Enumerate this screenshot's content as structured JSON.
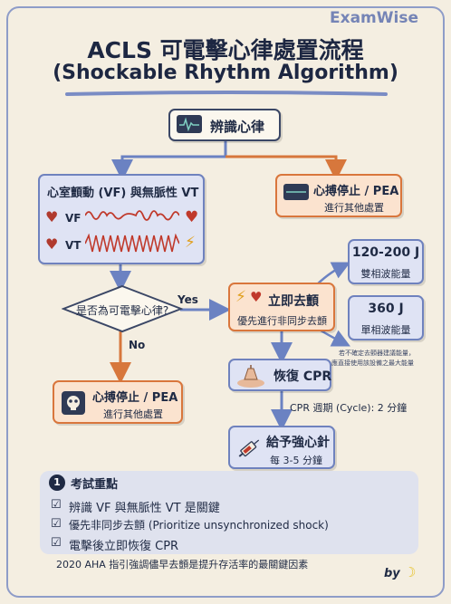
{
  "brand": "ExamWise",
  "title": {
    "line1": "ACLS 可電擊心律處置流程",
    "line2": "(Shockable Rhythm Algorithm)"
  },
  "nodes": {
    "identify": "辨識心律",
    "vf_vt_header": "心室顫動 (VF) 與無脈性 VT",
    "vf_label": "VF",
    "vt_label": "VT",
    "arrest_top_title": "心搏停止 / PEA",
    "arrest_top_sub": "進行其他處置",
    "decision": "是否為可電擊心律?",
    "yes": "Yes",
    "no": "No",
    "defib_title": "立即去顫",
    "defib_sub": "優先進行非同步去顫",
    "energy_biphasic_value": "120-200 J",
    "energy_biphasic_label": "雙相波能量",
    "energy_mono_value": "360 J",
    "energy_mono_label": "單相波能量",
    "energy_note_line1": "若不確定去顫器建議能量，",
    "energy_note_line2": "應直接使用該設備之最大能量",
    "arrest_bottom_title": "心搏停止 / PEA",
    "arrest_bottom_sub": "進行其他處置",
    "cpr": "恢復 CPR",
    "cpr_cycle": "CPR 週期 (Cycle): 2 分鐘",
    "epi_title": "給予強心針",
    "epi_sub": "每 3-5 分鐘"
  },
  "key_points": {
    "number": "1",
    "heading": "考試重點",
    "items": [
      "辨識 VF 與無脈性 VT 是關鍵",
      "優先非同步去顫 (Prioritize unsynchronized shock)",
      "電擊後立即恢復 CPR"
    ],
    "footnote": "2020 AHA 指引強調儘早去顫是提升存活率的最關鍵因素"
  },
  "signature": "by",
  "colors": {
    "blue_border": "#6f82be",
    "blue_fill": "#dfe3f4",
    "orange_border": "#d9763c",
    "orange_fill": "#fbe3cf",
    "arrow_blue": "#6b82c2",
    "arrow_orange": "#d7773c",
    "ecg_red": "#c0392b"
  },
  "icons": [
    "ecg-monitor-icon",
    "heart-icon",
    "lightning-icon",
    "skull-icon",
    "cpr-hands-icon",
    "syringe-icon",
    "check-icon",
    "banana-icon"
  ]
}
